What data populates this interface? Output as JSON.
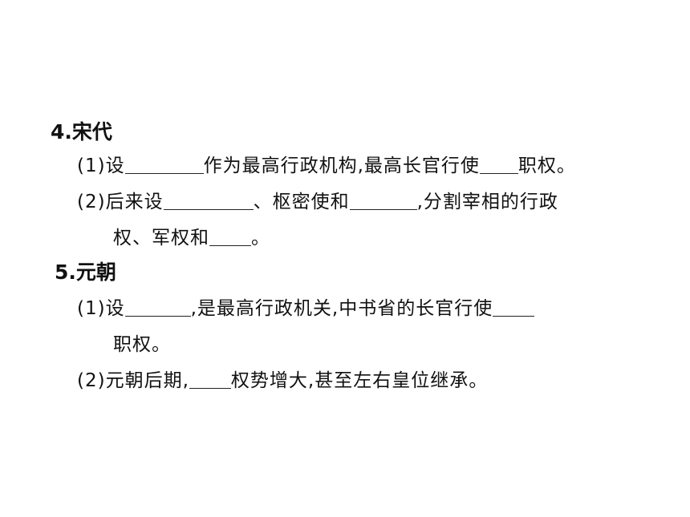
{
  "song": {
    "heading": "4.宋代",
    "q1": {
      "prefix": "(1)设",
      "mid": "作为最高行政机构,最高长官行使",
      "suffix": "职权。"
    },
    "q2": {
      "prefix": "(2)后来设",
      "mid1": "、枢密使和",
      "mid2": ",分割宰相的行政",
      "cont_prefix": "权、军权和",
      "cont_suffix": "。"
    }
  },
  "yuan": {
    "heading": "5.元朝",
    "q1": {
      "prefix": "(1)设",
      "mid": ",是最高行政机关,中书省的长官行使",
      "cont": "职权。"
    },
    "q2": {
      "prefix": "(2)元朝后期,",
      "suffix": "权势增大,甚至左右皇位继承。"
    }
  }
}
